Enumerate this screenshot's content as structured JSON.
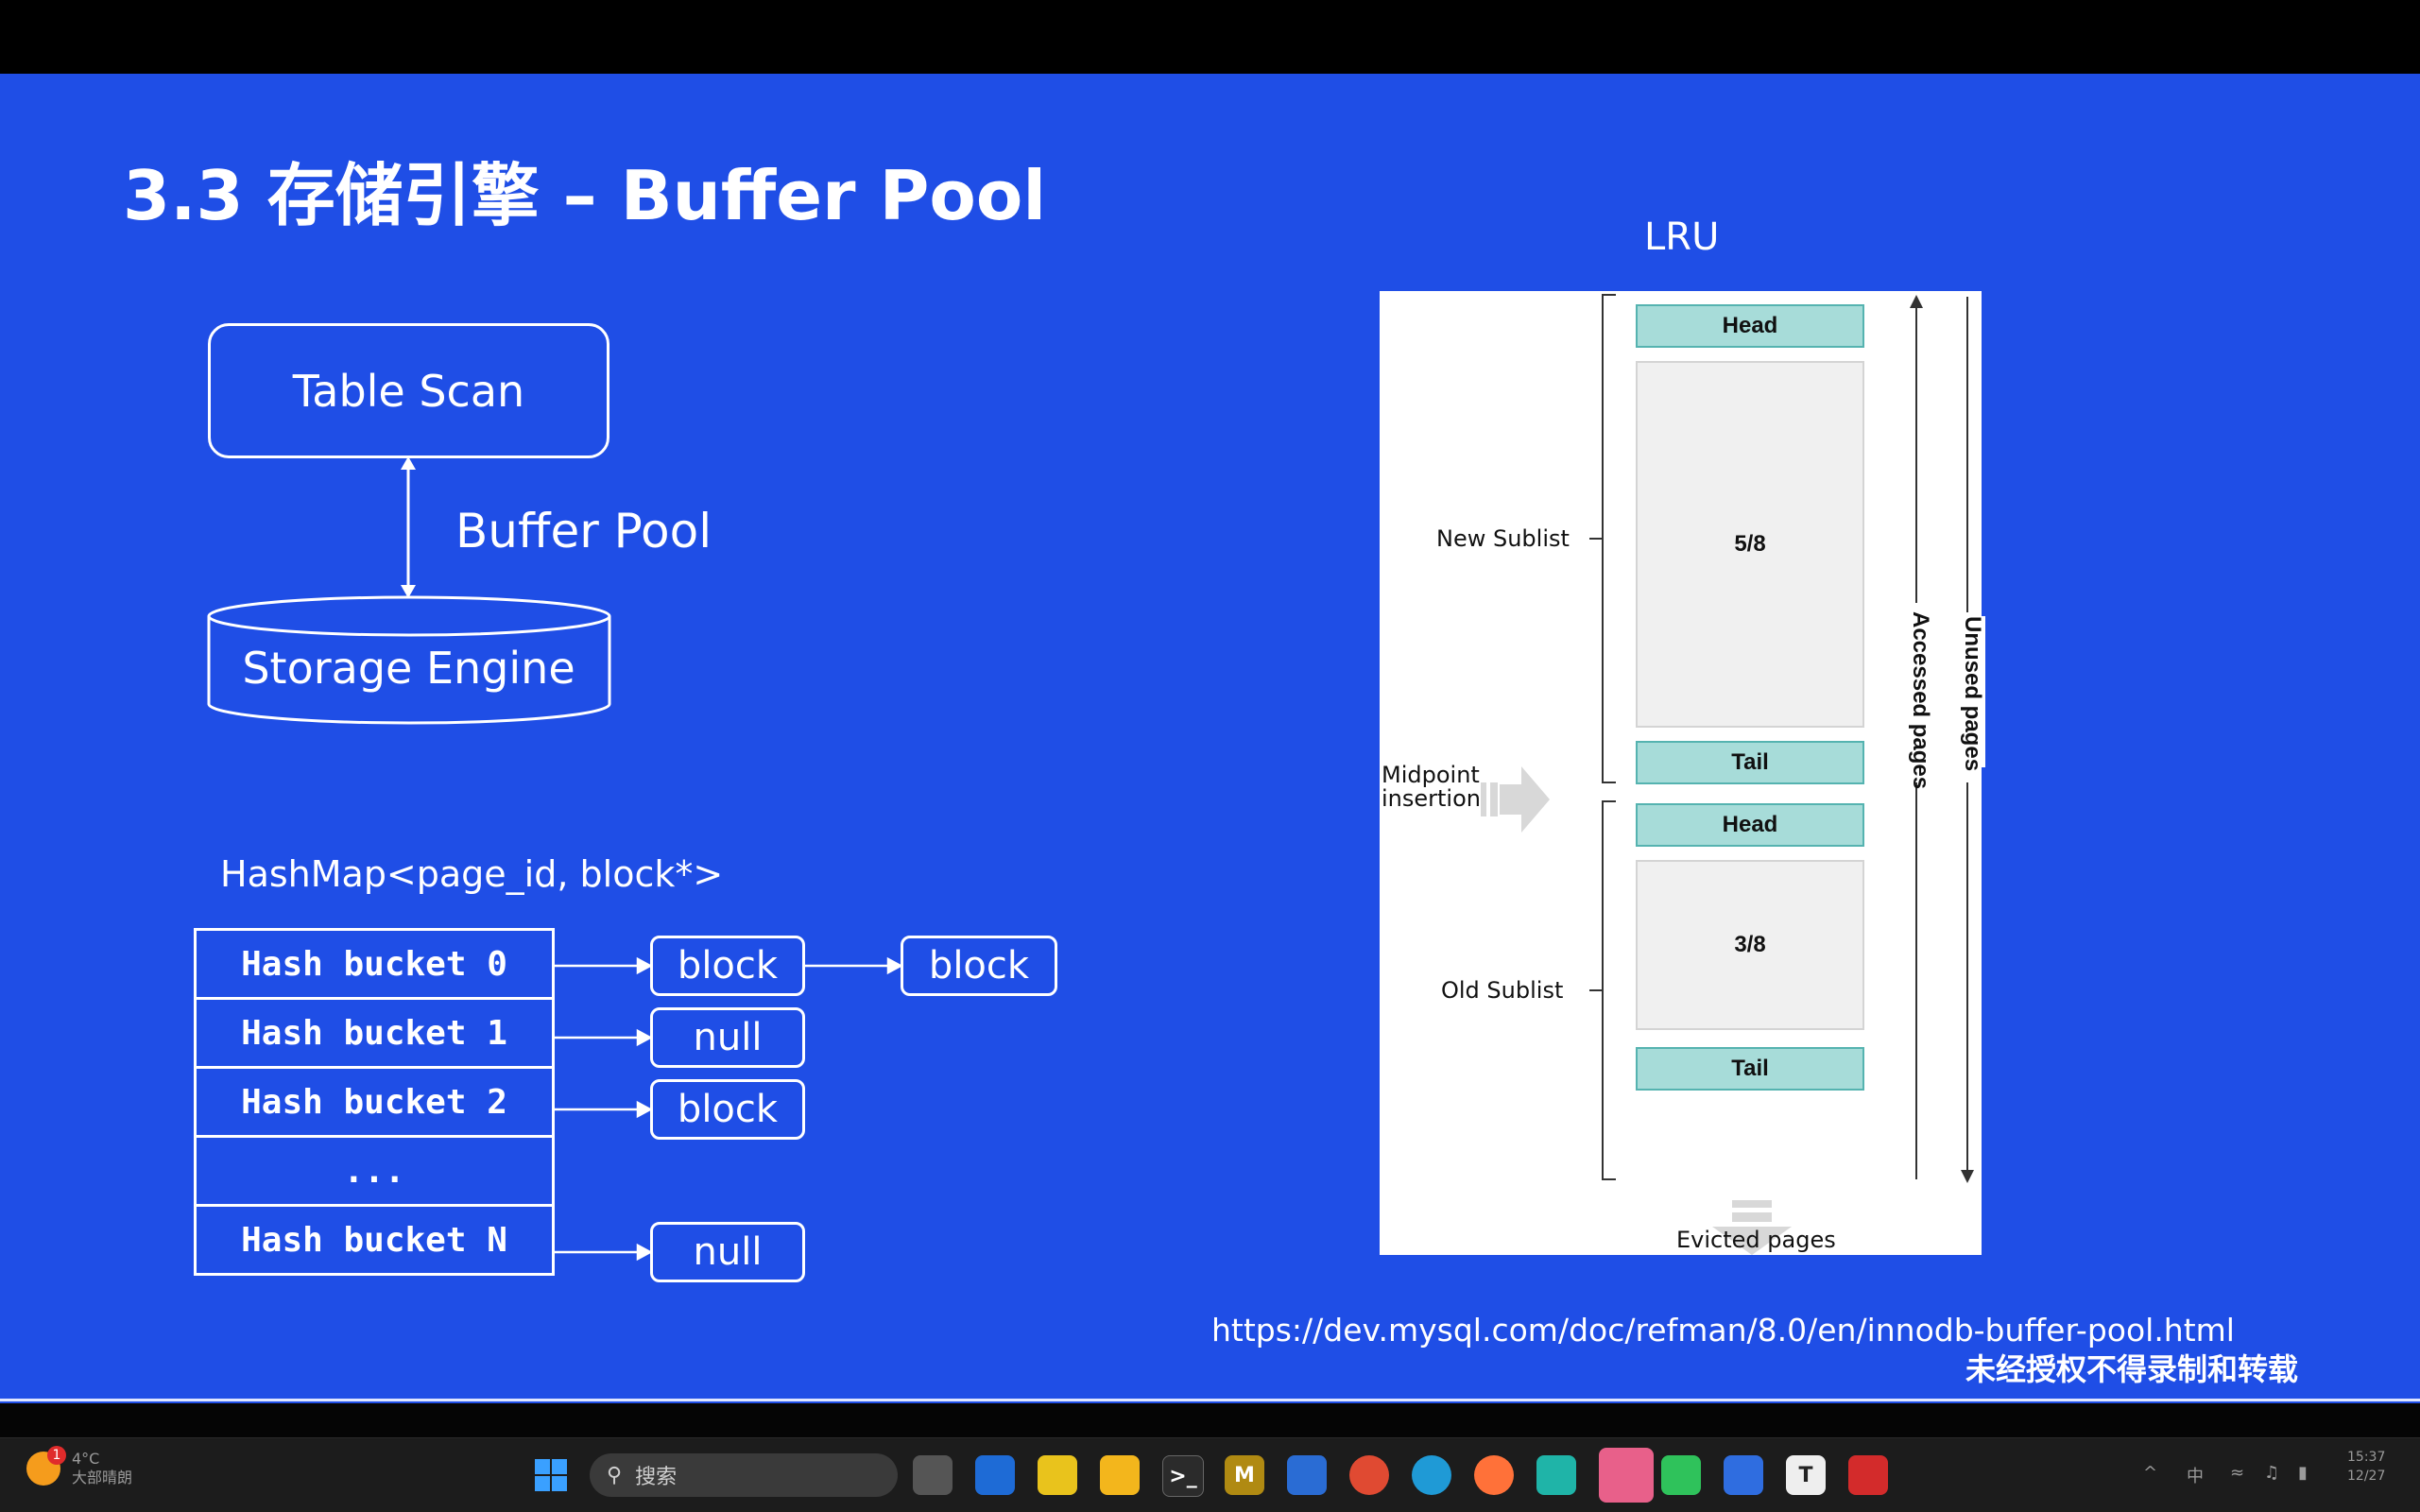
{
  "slide": {
    "title": "3.3 存储引擎 – Buffer Pool",
    "table_scan": "Table Scan",
    "buffer_pool_label": "Buffer Pool",
    "storage_engine": "Storage Engine",
    "hashmap_label": "HashMap<page_id, block*>",
    "hash_buckets": [
      "Hash bucket 0",
      "Hash bucket 1",
      "Hash bucket 2",
      "...",
      "Hash bucket N"
    ],
    "chain": {
      "row0": [
        "block",
        "block"
      ],
      "row1": [
        "null"
      ],
      "row2": [
        "block"
      ],
      "rowN": [
        "null"
      ]
    },
    "lru": {
      "title": "LRU",
      "new_sublist": "New Sublist",
      "old_sublist": "Old Sublist",
      "midpoint_line1": "Midpoint",
      "midpoint_line2": "insertion",
      "new_head": "Head",
      "new_fraction": "5/8",
      "new_tail": "Tail",
      "old_head": "Head",
      "old_fraction": "3/8",
      "old_tail": "Tail",
      "accessed_pages": "Accessed pages",
      "unused_pages": "Unused pages",
      "evicted_pages": "Evicted pages"
    },
    "url": "https://dev.mysql.com/doc/refman/8.0/en/innodb-buffer-pool.html",
    "watermark": "未经授权不得录制和转载"
  },
  "taskbar": {
    "weather_temp": "4°C",
    "weather_desc": "大部晴朗",
    "weather_badge": "1",
    "search_placeholder": "搜索",
    "tray_lang": "中",
    "tray_time": "15:37",
    "tray_date": "12/27",
    "apps": [
      "windows-start",
      "search",
      "task-view",
      "store",
      "sticky-notes",
      "file-explorer",
      "terminal",
      "mybatis",
      "qq",
      "chrome",
      "edge",
      "firefox",
      "tool",
      "feishu",
      "wechat",
      "lark-docs",
      "typora",
      "qq-music"
    ]
  }
}
